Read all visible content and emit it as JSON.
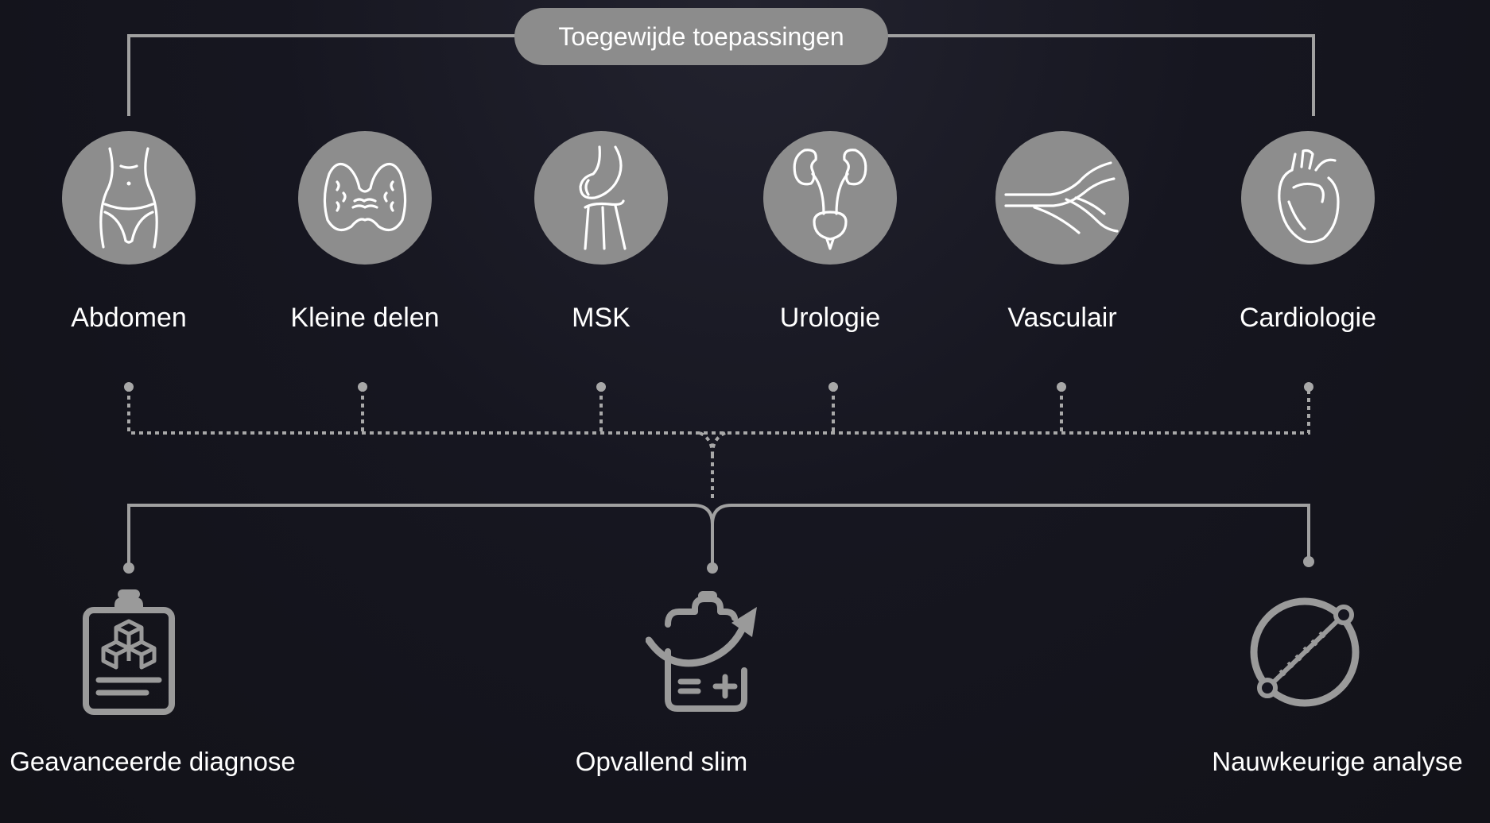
{
  "header": {
    "title": "Toegewijde toepassingen"
  },
  "applications": [
    {
      "label": "Abdomen",
      "icon": "abdomen-icon"
    },
    {
      "label": "Kleine delen",
      "icon": "thyroid-icon"
    },
    {
      "label": "MSK",
      "icon": "knee-icon"
    },
    {
      "label": "Urologie",
      "icon": "kidneys-icon"
    },
    {
      "label": "Vasculair",
      "icon": "vessels-icon"
    },
    {
      "label": "Cardiologie",
      "icon": "heart-icon"
    }
  ],
  "features": [
    {
      "label": "Geavanceerde diagnose",
      "icon": "clipboard-cubes-icon"
    },
    {
      "label": "Opvallend slim",
      "icon": "clipboard-arrow-icon"
    },
    {
      "label": "Nauwkeurige analyse",
      "icon": "measure-circle-icon"
    }
  ],
  "colors": {
    "background": "#161620",
    "circle": "#8d8d8d",
    "line": "#9a9a9a",
    "text": "#ffffff"
  }
}
